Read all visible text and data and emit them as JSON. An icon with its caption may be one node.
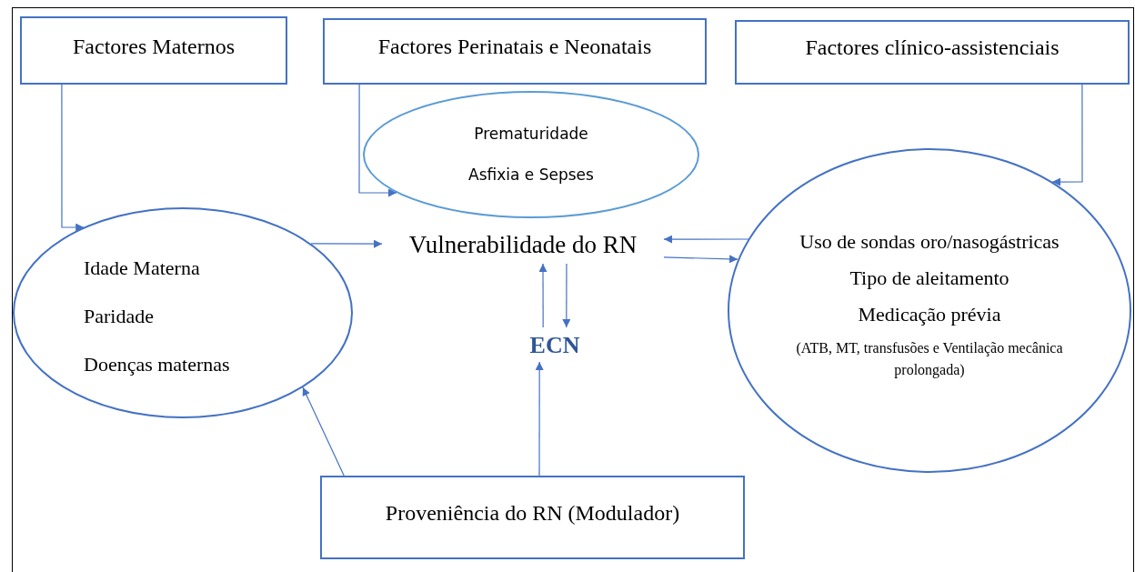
{
  "diagram": {
    "nodes": [
      {
        "text": [
          "Factores Maternos"
        ]
      },
      {
        "text": [
          "Factores  Perinatais e Neonatais"
        ]
      },
      {
        "text": [
          "Factores clínico-assistenciais"
        ]
      },
      {
        "text": [
          "Prematuridade",
          "Asfixia e Sepses"
        ]
      },
      {
        "text": [
          "Idade Materna",
          "Paridade",
          "Doenças maternas"
        ]
      },
      {
        "text": [
          "Vulnerabilidade do RN"
        ]
      },
      {
        "text": [
          "Uso de sondas oro/nasogástricas",
          "Tipo de aleitamento",
          "Medicação prévia",
          "(ATB, MT, transfusões e Ventilação mecânica prolongada)"
        ]
      },
      {
        "text": [
          "ECN"
        ]
      },
      {
        "text": [
          "Proveniência do RN (Modulador)"
        ]
      }
    ],
    "edges": [
      {
        "from": 0,
        "to": 4,
        "arrow": "to"
      },
      {
        "from": 1,
        "to": 3,
        "arrow": "to"
      },
      {
        "from": 2,
        "to": 6,
        "arrow": "to"
      },
      {
        "from": 4,
        "to": 5,
        "arrow": "to"
      },
      {
        "from": 6,
        "to": 5,
        "arrow": "to"
      },
      {
        "from": 5,
        "to": 6,
        "arrow": "to"
      },
      {
        "from": 7,
        "to": 5,
        "arrow": "to"
      },
      {
        "from": 5,
        "to": 7,
        "arrow": "to"
      },
      {
        "from": 8,
        "to": 7,
        "arrow": "to"
      },
      {
        "from": 8,
        "to": 4,
        "arrow": "to"
      }
    ]
  }
}
